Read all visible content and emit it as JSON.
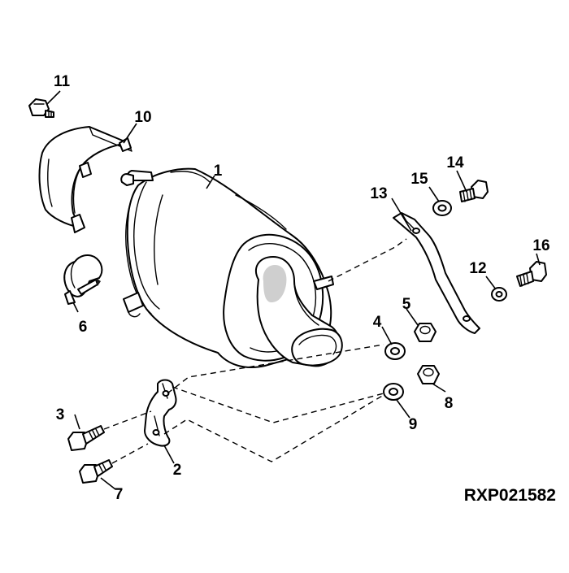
{
  "diagram": {
    "reference_code": "RXP021582",
    "callouts": [
      {
        "id": "1",
        "label": "1"
      },
      {
        "id": "2",
        "label": "2"
      },
      {
        "id": "3",
        "label": "3"
      },
      {
        "id": "4",
        "label": "4"
      },
      {
        "id": "5",
        "label": "5"
      },
      {
        "id": "6",
        "label": "6"
      },
      {
        "id": "7",
        "label": "7"
      },
      {
        "id": "8",
        "label": "8"
      },
      {
        "id": "9",
        "label": "9"
      },
      {
        "id": "10",
        "label": "10"
      },
      {
        "id": "11",
        "label": "11"
      },
      {
        "id": "12",
        "label": "12"
      },
      {
        "id": "13",
        "label": "13"
      },
      {
        "id": "14",
        "label": "14"
      },
      {
        "id": "15",
        "label": "15"
      },
      {
        "id": "16",
        "label": "16"
      }
    ]
  }
}
